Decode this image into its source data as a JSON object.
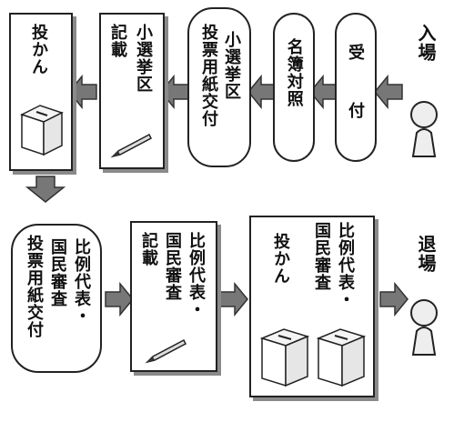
{
  "entry_label": "入場",
  "exit_label": "退場",
  "top_row": {
    "reception": [
      "受",
      "付"
    ],
    "roll_check": "名簿対照",
    "single_ballot": [
      "小選挙区",
      "投票用紙交付"
    ],
    "single_write": [
      "小選挙区",
      "記載"
    ],
    "cast": [
      "投かん"
    ]
  },
  "bottom_row": {
    "pr_ballot": [
      "比例代表・",
      "国民審査",
      "投票用紙交付"
    ],
    "pr_write": [
      "比例代表・",
      "国民審査",
      "記載"
    ],
    "cast": [
      "比例代表・",
      "国民審査",
      "投かん"
    ]
  },
  "icons": [
    "person-icon",
    "pencil-icon",
    "ballot-box-icon",
    "arrow-left-icon",
    "arrow-right-icon",
    "arrow-down-icon"
  ]
}
